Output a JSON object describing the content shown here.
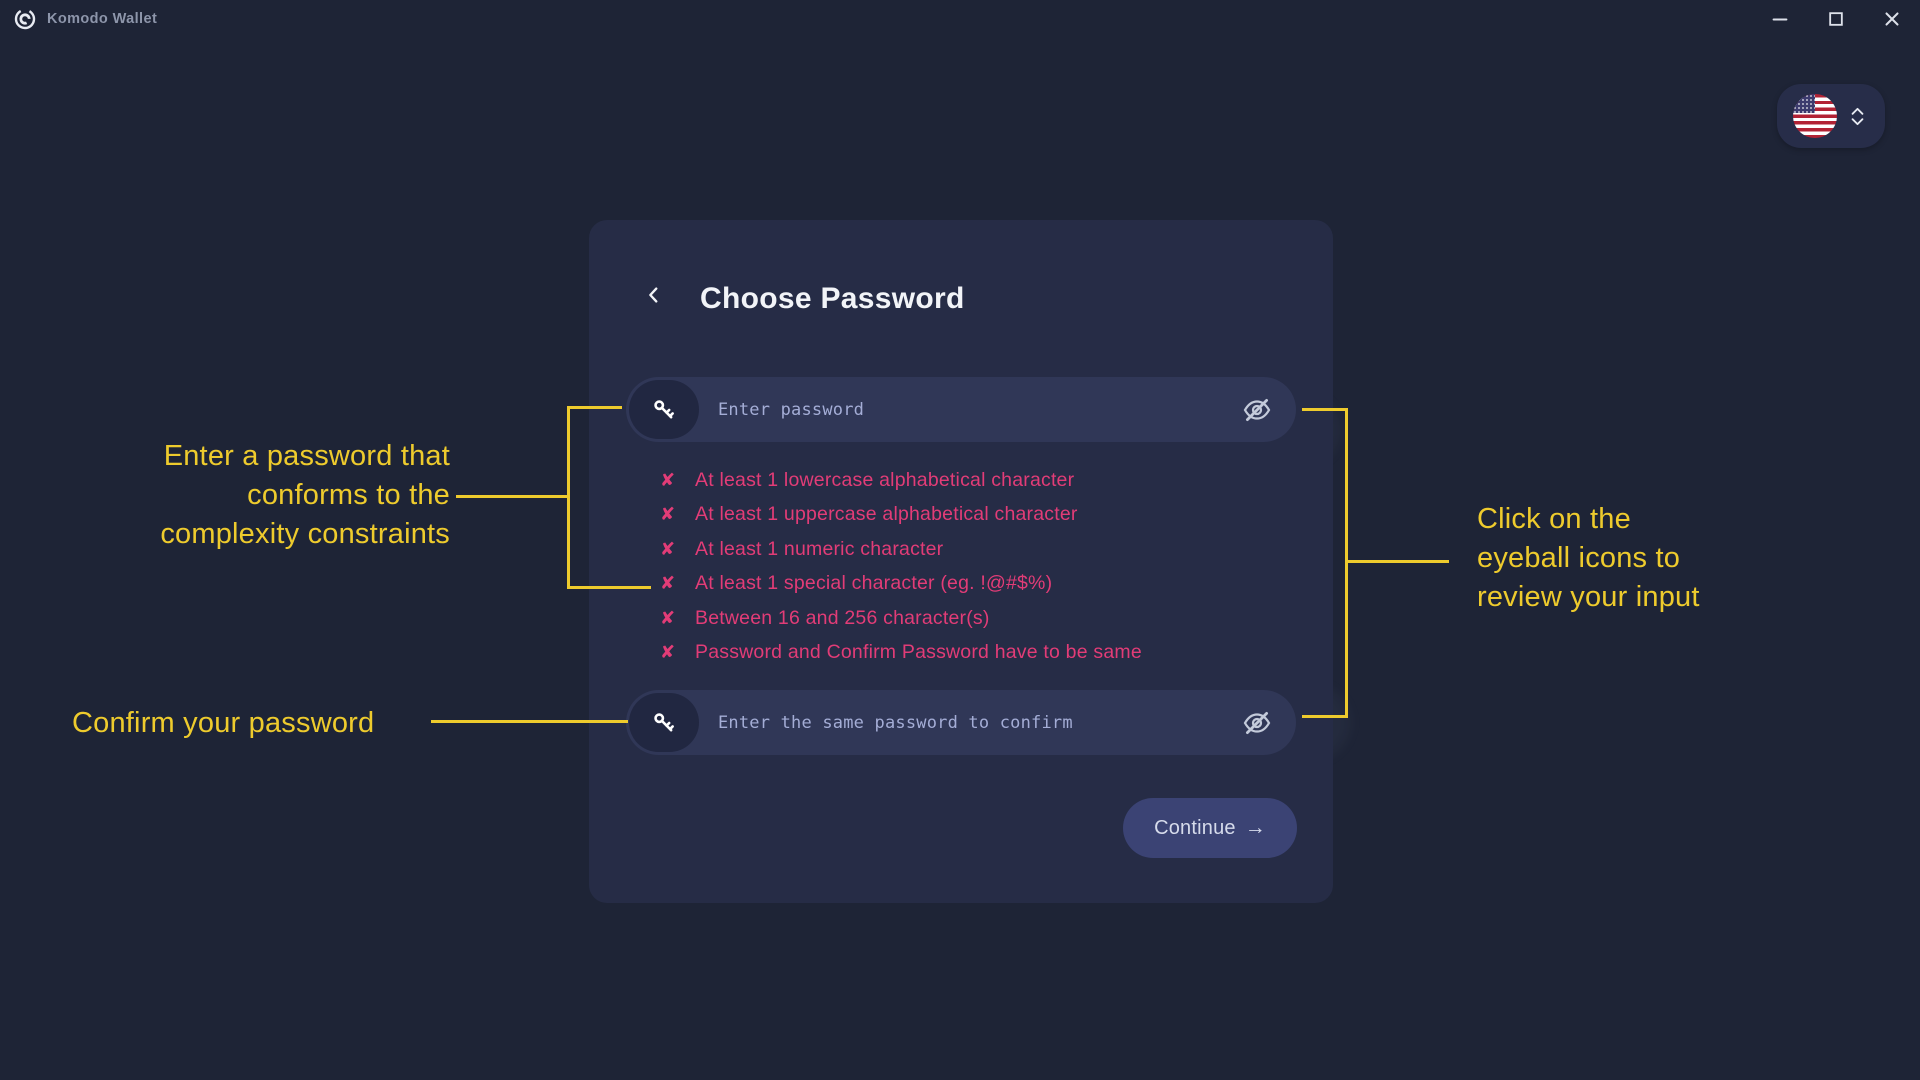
{
  "titlebar": {
    "app_title": "Komodo Wallet",
    "window_controls": {
      "minimize": "minimize",
      "maximize": "maximize",
      "close": "close"
    }
  },
  "language_selector": {
    "selected": "us-flag"
  },
  "dialog": {
    "title": "Choose Password",
    "password_field": {
      "value": "",
      "placeholder": "Enter password"
    },
    "confirm_field": {
      "value": "",
      "placeholder": "Enter the same password to confirm"
    },
    "validation": {
      "mark": "✘",
      "items": [
        "At least 1 lowercase alphabetical character",
        "At least 1 uppercase alphabetical character",
        "At least 1 numeric character",
        "At least 1 special character (eg. !@#$%)",
        "Between 16 and 256 character(s)",
        "Password and Confirm Password have to be same"
      ]
    },
    "continue_label": "Continue",
    "continue_arrow": "→"
  },
  "annotations": {
    "password_note": {
      "lines": [
        "Enter a password that",
        "conforms to the",
        "complexity constraints"
      ]
    },
    "confirm_note": "Confirm your password",
    "eyeball_note": {
      "lines": [
        "Click on the",
        "eyeball icons to",
        "review your input"
      ]
    }
  },
  "colors": {
    "background": "#1e2436",
    "card": "#262c46",
    "field": "#303757",
    "annotation_yellow": "#eecb2d",
    "error_pink": "#e23c77",
    "button": "#3b4374"
  }
}
